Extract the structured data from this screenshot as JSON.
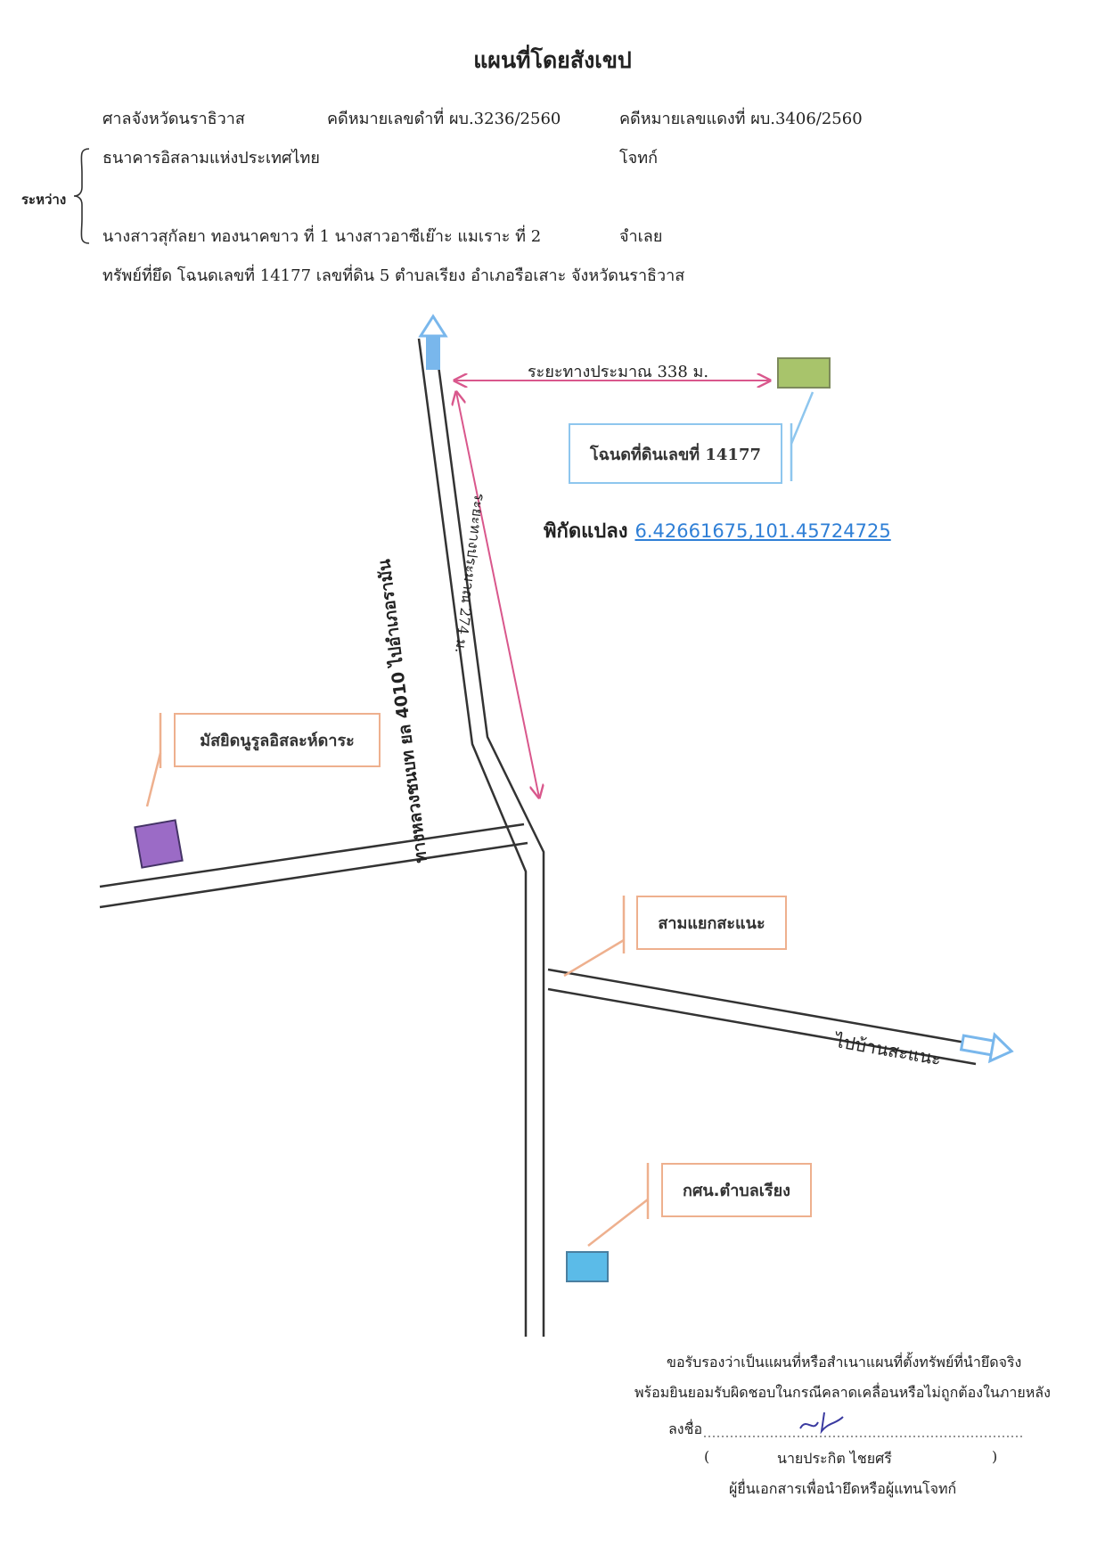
{
  "title": "แผนที่โดยสังเขป",
  "header": {
    "court": "ศาลจังหวัดนราธิวาส",
    "black_case": "คดีหมายเลขดำที่ ผบ.3236/2560",
    "red_case": "คดีหมายเลขแดงที่ ผบ.3406/2560",
    "between_label": "ระหว่าง",
    "plaintiff": "ธนาคารอิสลามแห่งประเทศไทย",
    "plaintiff_role": "โจทก์",
    "defendants": "นางสาวสุกัลยา ทองนาคขาว ที่ 1 นางสาวอาซีเย๊าะ แมเราะ ที่ 2",
    "defendant_role": "จำเลย",
    "property": "ทรัพย์ที่ยึด โฉนดเลขที่ 14177 เลขที่ดิน 5 ตำบลเรียง อำเภอรือเสาะ จังหวัดนราธิวาส"
  },
  "map": {
    "road_main_label": "ทางหลวงชนบท ยล 4010 ไปอำเภอรามัน",
    "road_right_label": "ไปบ้านสะแนะ",
    "distance_horizontal": "ระยะทางประมาณ 338 ม.",
    "distance_vertical": "ระยะทางประมาณ 274 ม.",
    "parcel_label": "โฉนดที่ดินเลขที่ 14177",
    "coordinate_label": "พิกัดแปลง",
    "coordinate_value": "6.42661675,101.45724725",
    "mosque_label": "มัสยิดนูรูลอิสละห์ดาระ",
    "junction_label": "สามแยกสะแนะ",
    "school_label": "กศน.ตำบลเรียง",
    "colors": {
      "parcel": "#a8c46b",
      "mosque": "#9b6bc6",
      "school": "#5bbbe8",
      "arrow": "#79b7ec",
      "distance_line": "#d9578c",
      "callout_orange": "#eeb08e",
      "callout_blue": "#8ec6ee"
    }
  },
  "signature": {
    "line1": "ขอรับรองว่าเป็นแผนที่หรือสำเนาแผนที่ตั้งทรัพย์ที่นำยึดจริง",
    "line2": "พร้อมยินยอมรับผิดชอบในกรณีคลาดเคลื่อนหรือไม่ถูกต้องในภายหลัง",
    "sign_label": "ลงชื่อ",
    "open_paren": "(",
    "name": "นายประกิต ไชยศรี",
    "close_paren": ")",
    "position": "ผู้ยื่นเอกสารเพื่อนำยึดหรือผู้แทนโจทก์"
  }
}
